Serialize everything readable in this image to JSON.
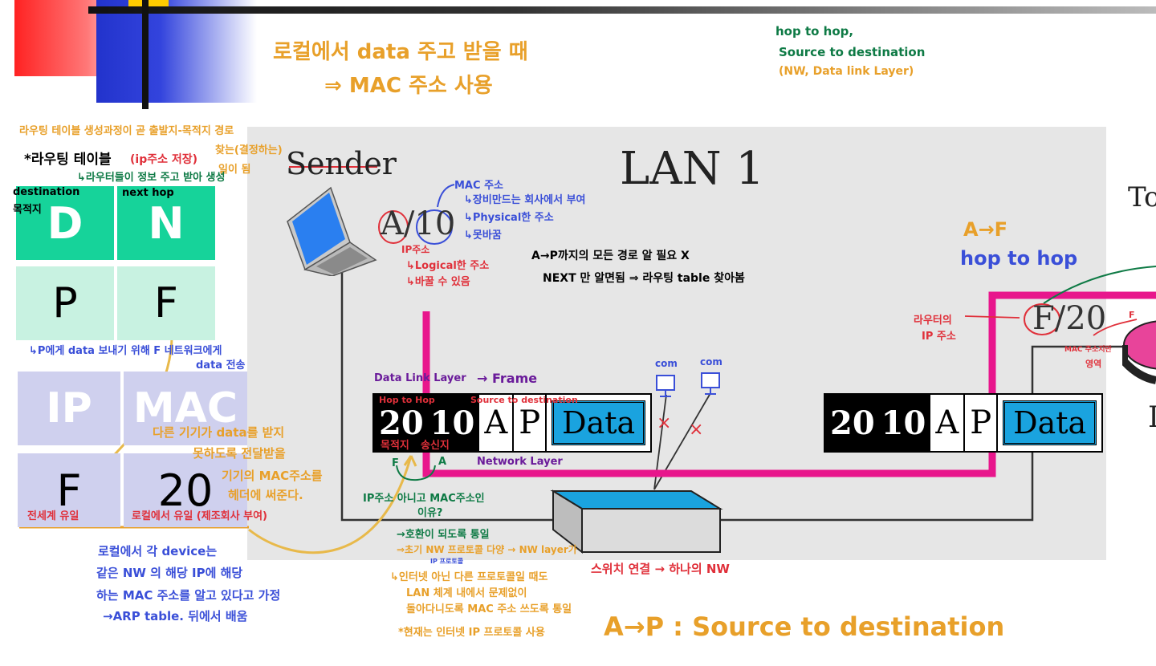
{
  "lan": {
    "title": "LAN 1",
    "sender": "Sender",
    "to_label": "To"
  },
  "notes": {
    "top_center_1": "로컬에서 data 주고 받을 때",
    "top_center_2": "⇒ MAC 주소 사용",
    "top_right_1": "hop to hop,",
    "top_right_2": "Source to destination",
    "top_right_3": "(NW, Data link Layer)",
    "routing_1": "라우팅 테이블 생성과정이 곧 출발지-목적지 경로",
    "routing_2": "찾는(결정하는)",
    "routing_3": "일이 됨",
    "routing_table_title": "*라우팅 테이블",
    "routing_table_sub": "(ip주소 저장)",
    "routing_from": "↳라우터들이 정보 주고 받아 생성",
    "destination": "destination",
    "dest_kr": "목적지",
    "next_hop": "next hop",
    "send_to_f_1": "↳P에게 data 보내기 위해 F 네트워크에게",
    "send_to_f_2": "data 전송",
    "mac_note_1": "다른 기기가 data를 받지",
    "mac_note_2": "못하도록 전달받을",
    "mac_note_3": "기기의 MAC주소를",
    "mac_note_4": "헤더에 써준다.",
    "global_unique": "전세계 유일",
    "local_unique": "로컬에서 유일 (제조회사 부여)",
    "arp_1": "로컬에서 각 device는",
    "arp_2": "같은 NW 의 해당 IP에 해당",
    "arp_3": "하는 MAC 주소를 알고 있다고 가정",
    "arp_4": "→ARP table. 뒤에서 배움",
    "mac_addr": "MAC 주소",
    "mac_1": "↳장비만드는 회사에서 부여",
    "mac_2": "↳Physical한 주소",
    "mac_3": "↳못바꿈",
    "ip_addr": "IP주소",
    "ip_1": "↳Logical한 주소",
    "ip_2": "↳바꿀 수 있음",
    "path_1": "A→P까지의 모든 경로 알 필요 X",
    "path_2": "NEXT 만 알면됨 ⇒ 라우팅 table 찾아봄",
    "af_1": "A→F",
    "af_2": "hop to hop",
    "router_ip_1": "라우터의",
    "router_ip_2": "IP 주소",
    "mac_small_1": "MAC 주소지만",
    "mac_small_2": "영역",
    "f_small": "F",
    "dll": "Data Link Layer",
    "frame": "→ Frame",
    "hop_to_hop": "Hop to Hop",
    "src_to_dst": "Source to destination",
    "dst_kr": "목적지",
    "src_kr": "송신지",
    "f_label": "F",
    "a_label": "A",
    "network_layer": "Network Layer",
    "com1": "com",
    "com2": "com",
    "why_1": "IP주소 아니고 MAC주소인",
    "why_2": "이유?",
    "reason_1": "→호환이 되도록 통일",
    "reason_2": "⇒초기 NW 프로토콜 다양 → NW layer가",
    "reason_small": "IP 프로토콜",
    "reason_3": "↳인터넷 아닌 다른 프로토콜일 때도",
    "reason_4": "LAN 체계 내에서 문제없이",
    "reason_5": "돌아다니도록 MAC 주소 쓰도록 통일",
    "reason_6": "*현재는 인터넷 IP 프로토콜 사용",
    "switch": "스위치 연결 → 하나의 NW",
    "bottom": "A→P : Source to destination"
  },
  "routing_table": {
    "head": [
      "D",
      "N"
    ],
    "row": [
      "P",
      "F"
    ]
  },
  "ip_mac_table": {
    "head": [
      "IP",
      "MAC"
    ],
    "row": [
      "F",
      "20"
    ]
  },
  "host": {
    "a_label": "A",
    "sep": "/",
    "mac": "10"
  },
  "router": {
    "ip": "F",
    "sep": "/",
    "mac": "20"
  },
  "packet_left": {
    "dst_mac": "20",
    "src_mac": "10",
    "src_ip": "A",
    "dst_ip": "P",
    "data": "Data"
  },
  "packet_right": {
    "dst_mac": "20",
    "src_mac": "10",
    "src_ip": "A",
    "dst_ip": "P",
    "data": "Data"
  },
  "colors": {
    "pink_path": "#e8168c",
    "teal_table": "#16d39a",
    "lavender_table": "#cfd0ee",
    "data_blue": "#1aa3df",
    "switch_top": "#1aa3df"
  }
}
